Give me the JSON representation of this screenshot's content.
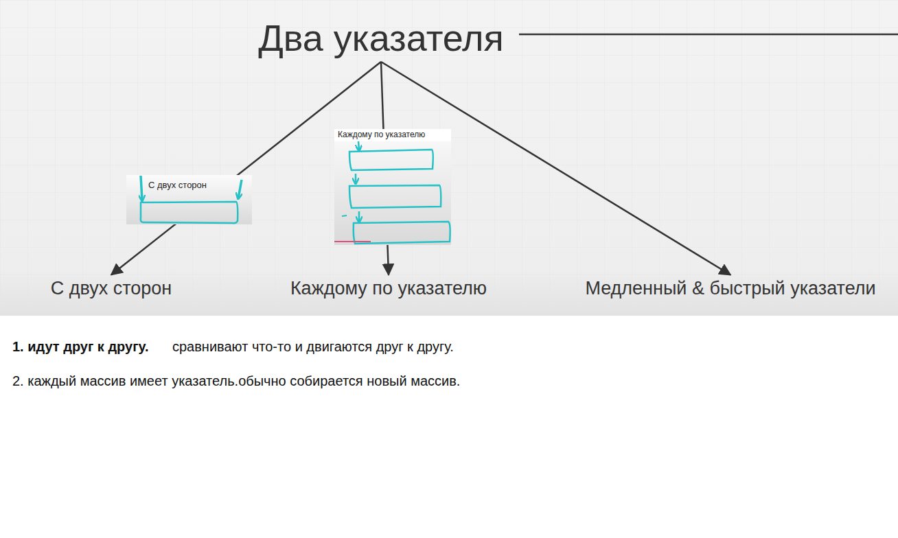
{
  "diagram": {
    "nodes": [
      {
        "text": [
          "Два указателя"
        ]
      },
      {
        "text": [
          "С двух сторон"
        ]
      },
      {
        "text": [
          "Каждому по указателю"
        ]
      },
      {
        "text": [
          "Медленный & быстрый указатели"
        ]
      }
    ],
    "edges": [
      {
        "from": 0,
        "to": 1,
        "arrow": "to"
      },
      {
        "from": 0,
        "to": 2,
        "arrow": "to"
      },
      {
        "from": 0,
        "to": 3,
        "arrow": "to"
      }
    ],
    "labels": [
      "С двух сторон",
      "Каждому по указателю",
      "1. идут друг к другу.",
      "сравнивают что-то и двигаются друг к другу.",
      "2. каждый массив имеет указатель.обычно собирается новый массив."
    ]
  }
}
